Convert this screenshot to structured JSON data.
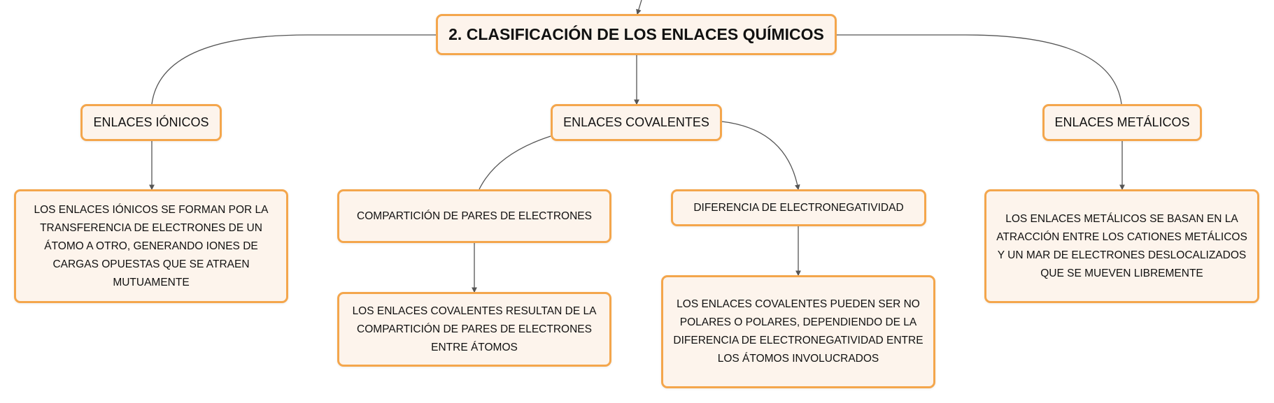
{
  "root": {
    "label": "2. CLASIFICACIÓN DE LOS ENLACES QUÍMICOS"
  },
  "topics": {
    "ionicos": {
      "label": "ENLACES IÓNICOS",
      "detail": "LOS ENLACES IÓNICOS SE FORMAN POR LA TRANSFERENCIA DE ELECTRONES DE UN ÁTOMO A OTRO, GENERANDO IONES DE CARGAS OPUESTAS QUE SE ATRAEN MUTUAMENTE"
    },
    "covalentes": {
      "label": "ENLACES COVALENTES",
      "sub1": {
        "label": "COMPARTICIÓN DE PARES DE ELECTRONES",
        "detail": "LOS ENLACES COVALENTES RESULTAN DE LA COMPARTICIÓN DE PARES DE ELECTRONES ENTRE ÁTOMOS"
      },
      "sub2": {
        "label": "DIFERENCIA DE ELECTRONEGATIVIDAD",
        "detail": "LOS ENLACES COVALENTES PUEDEN SER NO POLARES O POLARES, DEPENDIENDO DE LA DIFERENCIA DE ELECTRONEGATIVIDAD ENTRE LOS ÁTOMOS INVOLUCRADOS"
      }
    },
    "metalicos": {
      "label": "ENLACES METÁLICOS",
      "detail": "LOS ENLACES METÁLICOS SE BASAN EN LA ATRACCIÓN ENTRE LOS CATIONES METÁLICOS Y UN MAR DE ELECTRONES DESLOCALIZADOS QUE SE MUEVEN LIBREMENTE"
    }
  },
  "colors": {
    "border": "#f4a64c",
    "fill": "#fdf4ec",
    "line": "#555555"
  }
}
